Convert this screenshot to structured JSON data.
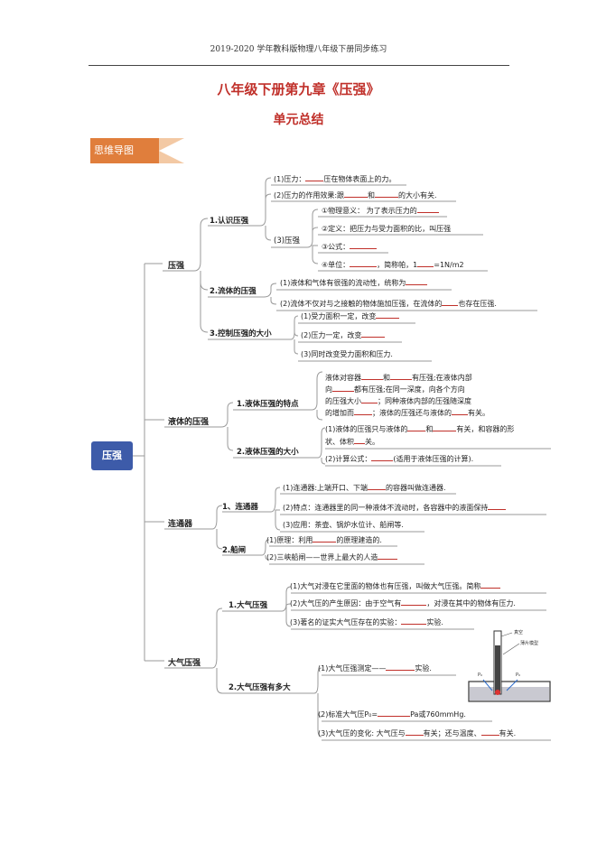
{
  "header": "2019-2020 学年教科版物理八年级下册同步练习",
  "title": "八年级下册第九章《压强》",
  "subtitle": "单元总结",
  "tag": "思维导图",
  "root": "压强",
  "nodes": {
    "yaqiang": "压强",
    "liuti": "液体的压强",
    "liantongqi": "连通器",
    "daqi": "大气压强"
  },
  "sub": {
    "renshi": "1.认识压强",
    "yali": "(1)压力：",
    "yali_tail": "压在物体表面上的力。",
    "zuoyong": "(2)压力的作用效果:跟",
    "zuoyong_mid": "和",
    "zuoyong_tail": "的大小有关.",
    "yaqiang3": "(3)压强",
    "wuliyiyi": "①物理意义：  为了表示压力的",
    "dingyi": "②定义：把压力与受力面积的比，叫压强",
    "gongshi": "③公式：",
    "danwei": "④单位：",
    "danwei_mid": "，简称帕，1",
    "danwei_tail": "=1N/m2",
    "liutidyaqiang": "2.流体的压强",
    "liuti1": "(1)液体和气体有很强的流动性，统称为",
    "liuti2": "(2)流体不仅对与之接触的物体施加压强，在流体的",
    "liuti2_tail": "也存在压强.",
    "kongzhi": "3.控制压强的大小",
    "kongzhi1": "(1)受力面积一定，改变",
    "kongzhi2": "(2)压力一定，改变",
    "kongzhi3": "(3)同时改变受力面积和压力.",
    "tedian": "1.液体压强的特点",
    "tedian_l1a": "液体对容器",
    "tedian_l1b": "和",
    "tedian_l1c": "有压强;在液体内部",
    "tedian_l2a": "向",
    "tedian_l2b": "都有压强;在同一深度，向各个方向",
    "tedian_l3a": "的压强大小",
    "tedian_l3b": "；同种液体内部的压强随深度",
    "tedian_l4a": "的增加而",
    "tedian_l4b": "；液体的压强还与液体的",
    "tedian_l4c": "有关。",
    "daxiao": "2.液体压强的大小",
    "daxiao1a": "(1)液体的压强只与液体的",
    "daxiao1b": "和",
    "daxiao1c": "有关，和容器的形",
    "daxiao1d": "状、体积",
    "daxiao1e": "关。",
    "daxiao2a": "(2)计算公式：",
    "daxiao2b": "(适用于液体压强的计算).",
    "ltq1": "1、连通器",
    "ltq1_1": "(1)连通器:上端开口、下端",
    "ltq1_1b": "的容器叫做连通器.",
    "ltq1_2": "(2)特点：连通器里的同一种液体不流动时，各容器中的液面保持",
    "ltq1_3": "(3)应用：茶壶、锅炉水位计、船闸等.",
    "chuanzha": "2.船闸",
    "cz1a": "(1)原理：利用",
    "cz1b": "的原理建造的.",
    "cz2": "(2)三峡船闸——世界上最大的人造",
    "dq1": "1.大气压强",
    "dq1_1": "(1)大气对浸在它里面的物体也有压强，叫做大气压强。简称",
    "dq1_2a": "(2)大气压的产生原因：由于空气有",
    "dq1_2b": "，对浸在其中的物体有压力.",
    "dq1_3a": "(3)著名的证实大气压存在的实验：",
    "dq1_3b": "实验.",
    "dq2": "2.大气压强有多大",
    "dq2_1a": "(1)大气压强测定——",
    "dq2_1b": "实验.",
    "dq2_2a": "(2)标准大气压P₀=",
    "dq2_2b": "Pa或760mmHg.",
    "dq2_3a": "(3)大气压的变化: 大气压与",
    "dq2_3b": "有关；还与温度、",
    "dq2_3c": "有关."
  },
  "figure": {
    "label_vacuum": "真空",
    "label_plate": "薄片模型",
    "label_p0a": "P₀",
    "label_p0b": "P₀"
  }
}
